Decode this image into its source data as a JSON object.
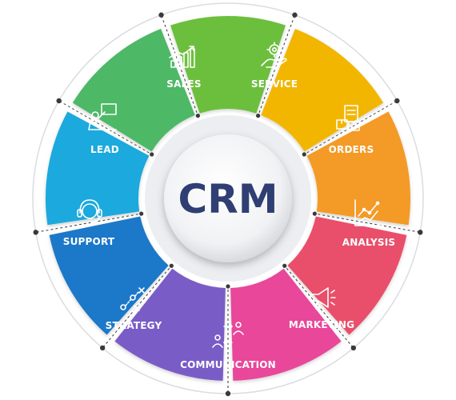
{
  "center": {
    "label": "CRM"
  },
  "segments": [
    {
      "label": "SALES",
      "icon": "sales-chart-icon",
      "color": "#6cbf3d"
    },
    {
      "label": "SERVICE",
      "icon": "service-gear-hand-icon",
      "color": "#f2b600"
    },
    {
      "label": "ORDERS",
      "icon": "orders-boxes-icon",
      "color": "#f49a26"
    },
    {
      "label": "ANALYSIS",
      "icon": "analysis-line-chart-icon",
      "color": "#e94f6a"
    },
    {
      "label": "MARKETING",
      "icon": "marketing-megaphone-icon",
      "color": "#e8479a"
    },
    {
      "label": "COMMUNICATION",
      "icon": "communication-people-icon",
      "color": "#7a5bc7"
    },
    {
      "label": "STRATEGY",
      "icon": "strategy-plan-icon",
      "color": "#1f78c8"
    },
    {
      "label": "SUPPORT",
      "icon": "support-headset-icon",
      "color": "#1fa9dd"
    },
    {
      "label": "LEAD",
      "icon": "lead-presenter-icon",
      "color": "#4db866"
    }
  ],
  "colors": {
    "ring": "#d9dde2",
    "center_text": "#2f3f73",
    "connector": "#3a3a3a"
  }
}
